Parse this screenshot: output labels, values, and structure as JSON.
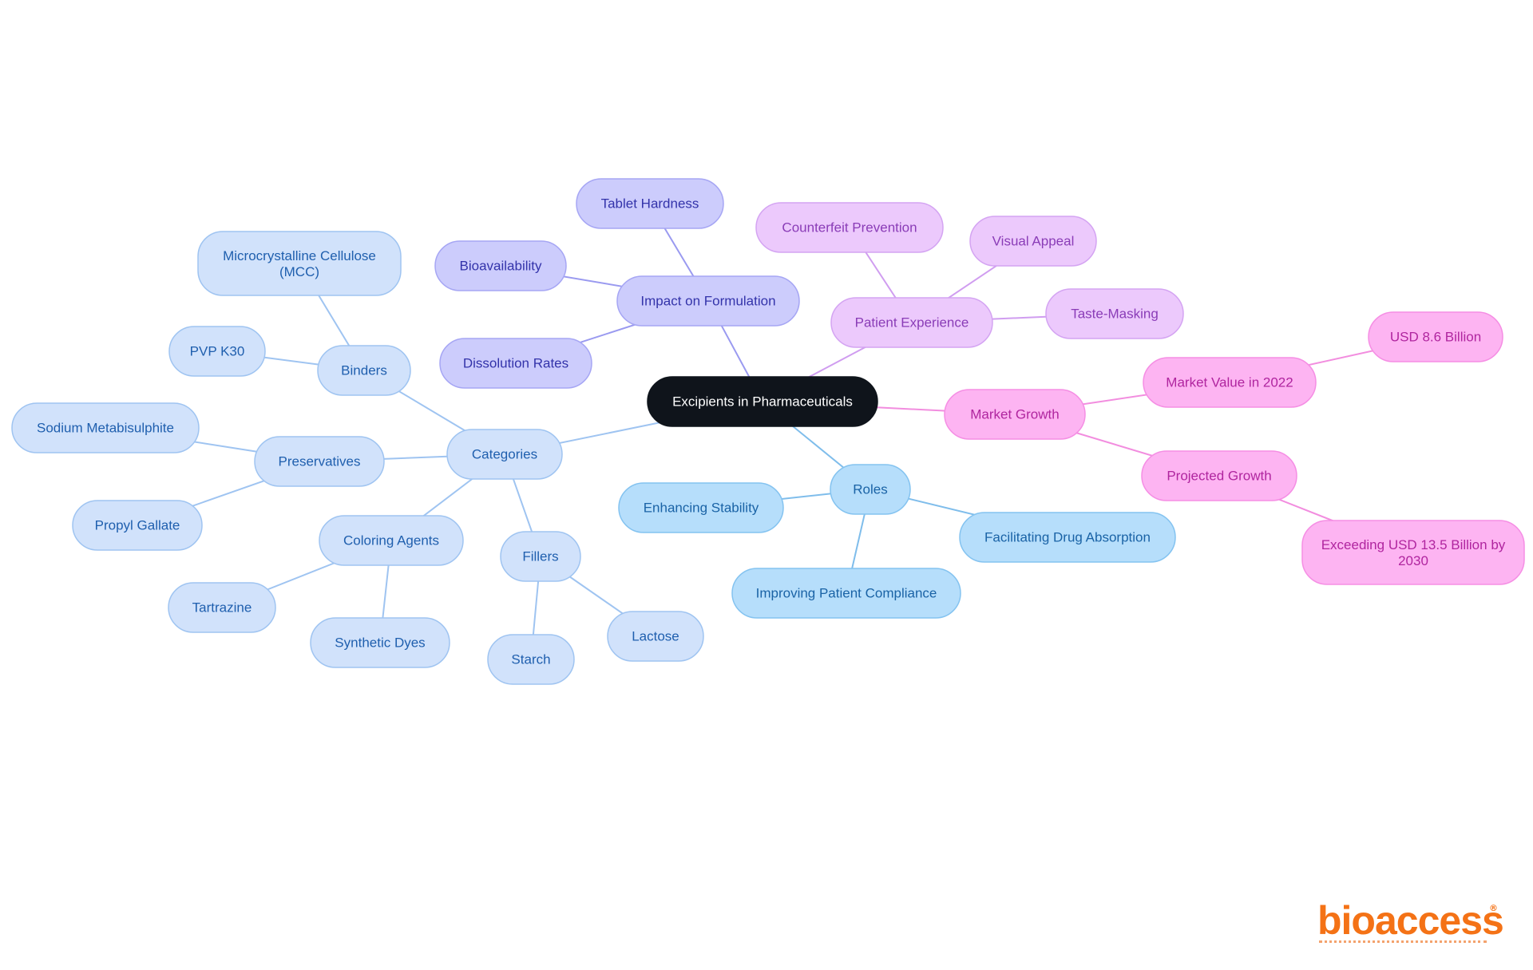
{
  "diagram": {
    "root": "Excipients in Pharmaceuticals",
    "branches": {
      "categories": {
        "label": "Categories",
        "binders": {
          "label": "Binders",
          "items": [
            "Microcrystalline Cellulose (MCC)",
            "PVP K30"
          ]
        },
        "preservatives": {
          "label": "Preservatives",
          "items": [
            "Sodium Metabisulphite",
            "Propyl Gallate"
          ]
        },
        "coloring_agents": {
          "label": "Coloring Agents",
          "items": [
            "Tartrazine",
            "Synthetic Dyes"
          ]
        },
        "fillers": {
          "label": "Fillers",
          "items": [
            "Starch",
            "Lactose"
          ]
        }
      },
      "impact": {
        "label": "Impact on Formulation",
        "items": [
          "Tablet Hardness",
          "Bioavailability",
          "Dissolution Rates"
        ]
      },
      "patient_experience": {
        "label": "Patient Experience",
        "items": [
          "Counterfeit Prevention",
          "Visual Appeal",
          "Taste-Masking"
        ]
      },
      "market_growth": {
        "label": "Market Growth",
        "market_value": {
          "label": "Market Value in 2022",
          "items": [
            "USD 8.6 Billion"
          ]
        },
        "projected": {
          "label": "Projected Growth",
          "items": [
            "Exceeding USD 13.5 Billion by 2030"
          ]
        }
      },
      "roles": {
        "label": "Roles",
        "items": [
          "Enhancing Stability",
          "Facilitating Drug Absorption",
          "Improving Patient Compliance"
        ]
      }
    }
  },
  "logo": {
    "text": "bioaccess",
    "registered": "®",
    "color": "#f47216"
  },
  "palette": {
    "root": {
      "fill": "#0f141b",
      "stroke": "#0f141b",
      "text": "#ffffff"
    },
    "categories": {
      "fill": "#d1e2fb",
      "stroke": "#9fc4f1",
      "text": "#1f5fae",
      "line": "#9fc4f1"
    },
    "impact": {
      "fill": "#ccccfc",
      "stroke": "#a6a6f4",
      "text": "#3333aa",
      "line": "#9a9af0"
    },
    "patient_experience": {
      "fill": "#ecc9fc",
      "stroke": "#d4a4f2",
      "text": "#8a3cb7",
      "line": "#d09df0"
    },
    "market_growth": {
      "fill": "#fdb4f2",
      "stroke": "#f58ee4",
      "text": "#b0259f",
      "line": "#f28ddf"
    },
    "roles": {
      "fill": "#b6defb",
      "stroke": "#84c3f0",
      "text": "#1a63a6",
      "line": "#7fbdeb"
    }
  }
}
